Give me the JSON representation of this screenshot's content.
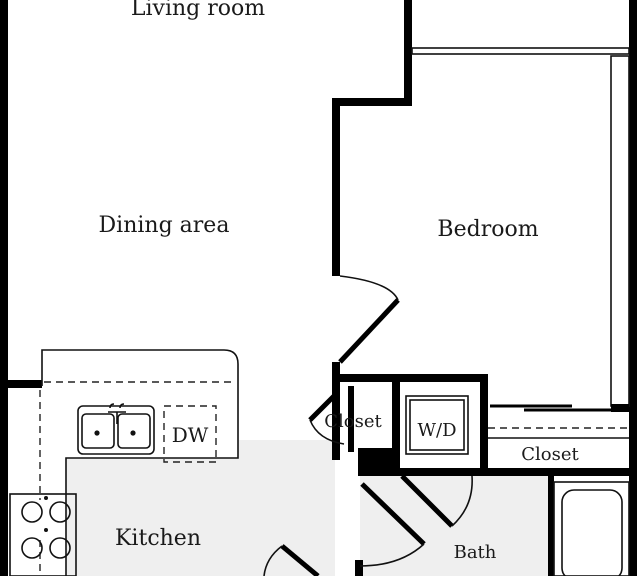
{
  "rooms": {
    "living_room": "Living room",
    "dining_area": "Dining area",
    "bedroom": "Bedroom",
    "kitchen": "Kitchen",
    "closet_hall": "Closet",
    "closet_bedroom": "Closet",
    "bath": "Bath"
  },
  "appliances": {
    "dishwasher": "DW",
    "washer_dryer": "W/D"
  },
  "colors": {
    "wall": "#000000",
    "floor_shade": "#efefef",
    "background": "#ffffff"
  }
}
